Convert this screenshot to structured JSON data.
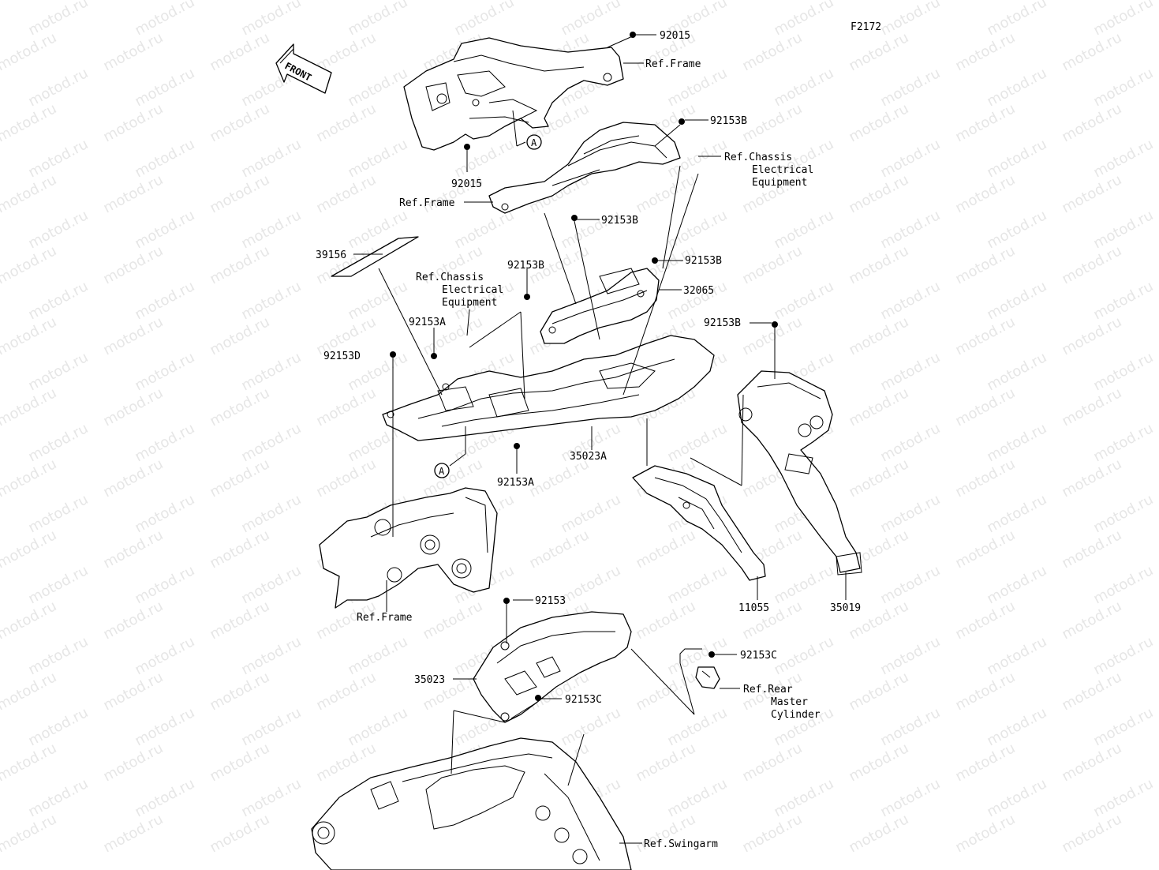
{
  "figure_code": "F2172",
  "watermark": "motod.ru",
  "front_arrow": {
    "text": "FRONT",
    "icon": "front-direction-arrow-icon"
  },
  "callouts": [
    {
      "id": "c1",
      "text": "92015"
    },
    {
      "id": "c2",
      "text": "Ref.Frame"
    },
    {
      "id": "c3",
      "text": "92153B"
    },
    {
      "id": "c4",
      "text": "Ref.Chassis"
    },
    {
      "id": "c5",
      "text": "Electrical"
    },
    {
      "id": "c6",
      "text": "Equipment"
    },
    {
      "id": "c7",
      "text": "92015"
    },
    {
      "id": "c8",
      "text": "Ref.Frame"
    },
    {
      "id": "c9",
      "text": "92153B"
    },
    {
      "id": "c10",
      "text": "39156"
    },
    {
      "id": "c11",
      "text": "92153B"
    },
    {
      "id": "c12",
      "text": "92153B"
    },
    {
      "id": "c13",
      "text": "Ref.Chassis"
    },
    {
      "id": "c14",
      "text": "Electrical"
    },
    {
      "id": "c15",
      "text": "Equipment"
    },
    {
      "id": "c16",
      "text": "32065"
    },
    {
      "id": "c17",
      "text": "92153A"
    },
    {
      "id": "c18",
      "text": "92153B"
    },
    {
      "id": "c19",
      "text": "92153D"
    },
    {
      "id": "c20",
      "text": "35023A"
    },
    {
      "id": "c21",
      "text": "92153A"
    },
    {
      "id": "c22",
      "text": "Ref.Frame"
    },
    {
      "id": "c23",
      "text": "11055"
    },
    {
      "id": "c24",
      "text": "35019"
    },
    {
      "id": "c25",
      "text": "92153"
    },
    {
      "id": "c26",
      "text": "92153C"
    },
    {
      "id": "c27",
      "text": "35023"
    },
    {
      "id": "c28",
      "text": "92153C"
    },
    {
      "id": "c29",
      "text": "Ref.Rear"
    },
    {
      "id": "c30",
      "text": "Master"
    },
    {
      "id": "c31",
      "text": "Cylinder"
    },
    {
      "id": "c32",
      "text": "Ref.Swingarm"
    }
  ],
  "reference_markers": [
    {
      "id": "m1",
      "text": "A"
    },
    {
      "id": "m2",
      "text": "A"
    }
  ]
}
